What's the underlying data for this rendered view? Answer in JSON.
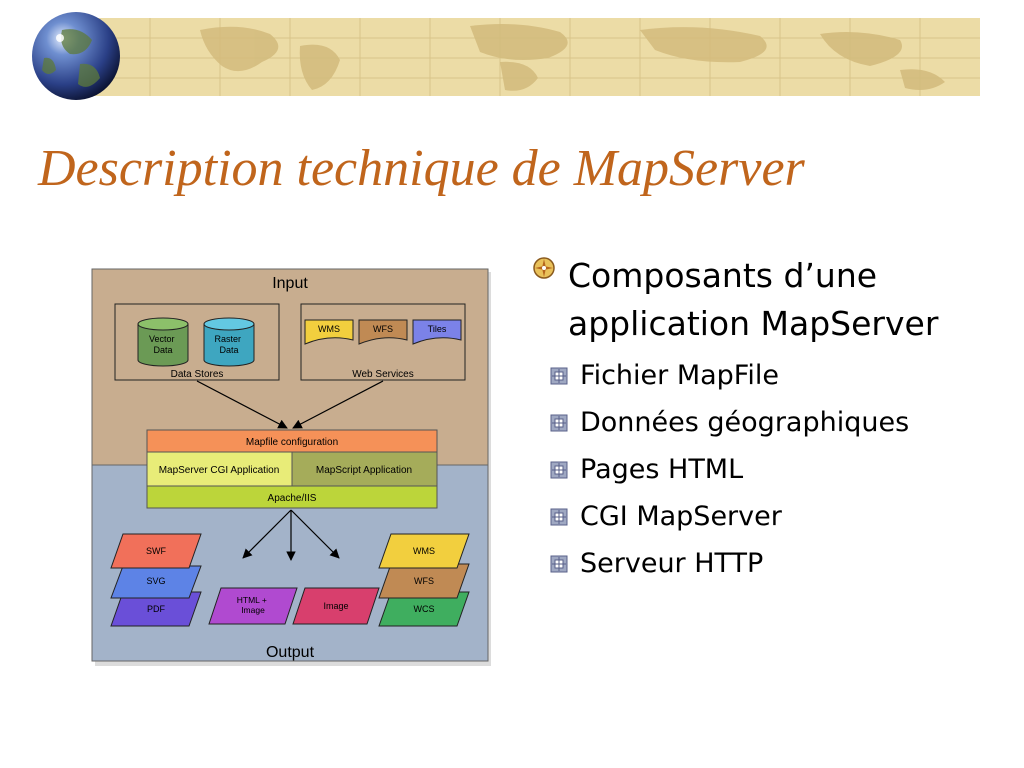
{
  "slide": {
    "title": "Description technique de MapServer"
  },
  "diagram": {
    "input_label": "Input",
    "output_label": "Output",
    "data_stores": {
      "label": "Data Stores",
      "vector": [
        "Vector",
        "Data"
      ],
      "raster": [
        "Raster",
        "Data"
      ]
    },
    "web_services": {
      "label": "Web Services",
      "items": [
        "WMS",
        "WFS",
        "Tiles"
      ]
    },
    "mapfile": "Mapfile configuration",
    "cgi": "MapServer CGI Application",
    "mapscript": "MapScript Application",
    "apache": "Apache/IIS",
    "outputs": {
      "left_stack": [
        "SWF",
        "SVG",
        "PDF"
      ],
      "html_image": [
        "HTML +",
        "Image"
      ],
      "image": "Image",
      "right_stack": [
        "WMS",
        "WFS",
        "WCS"
      ]
    },
    "colors": {
      "input_bg": "#c8ad8f",
      "output_bg": "#a3b3c9",
      "mapfile": "#f59158",
      "cgi": "#e8ec78",
      "mapscript": "#a5ac5a",
      "apache": "#bcd53a"
    }
  },
  "bullets": {
    "main": "Composants d’une application MapServer",
    "items": [
      "Fichier MapFile",
      "Données géographiques",
      "Pages HTML",
      "CGI MapServer",
      "Serveur HTTP"
    ]
  }
}
